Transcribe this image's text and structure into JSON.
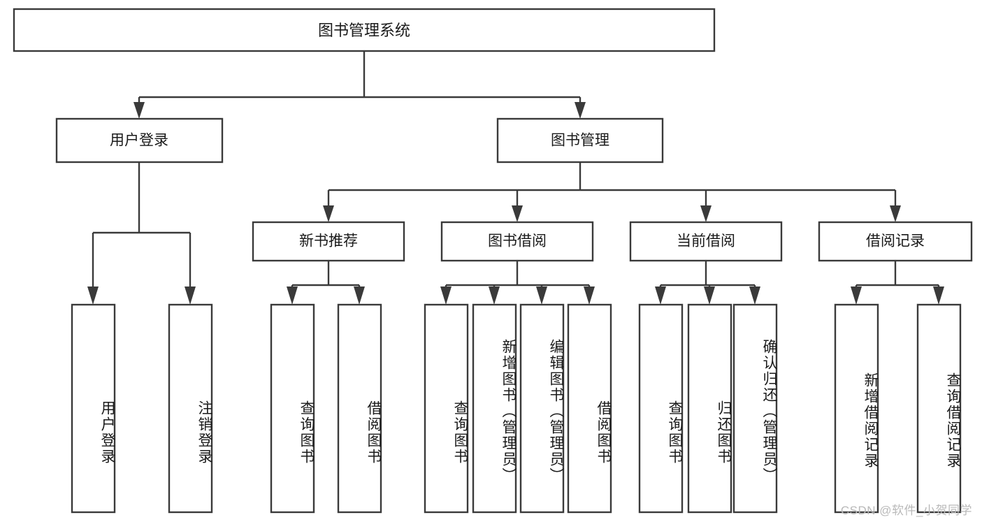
{
  "diagram": {
    "title": "图书管理系统",
    "type": "tree-hierarchy",
    "orientation": "top-down",
    "watermark": "CSDN @软件_小贺同学",
    "colors": {
      "stroke": "#3a3a3a",
      "fill": "#ffffff",
      "text": "#1a1a1a",
      "watermark": "#b9b9b9",
      "background": "#ffffff"
    }
  },
  "nodes": {
    "root": {
      "label": "图书管理系统",
      "level": 1
    },
    "level2": [
      {
        "id": "user-login",
        "label": "用户登录"
      },
      {
        "id": "book-manage",
        "label": "图书管理"
      }
    ],
    "level3": [
      {
        "id": "new-book-recommend",
        "label": "新书推荐",
        "parent": "book-manage"
      },
      {
        "id": "book-borrow",
        "label": "图书借阅",
        "parent": "book-manage"
      },
      {
        "id": "current-borrow",
        "label": "当前借阅",
        "parent": "book-manage"
      },
      {
        "id": "borrow-record",
        "label": "借阅记录",
        "parent": "book-manage"
      }
    ],
    "leaves": [
      {
        "id": "leaf-user-login",
        "label": "用户登录",
        "parent": "user-login"
      },
      {
        "id": "leaf-user-logout",
        "label": "注销登录",
        "parent": "user-login"
      },
      {
        "id": "leaf-query-book-1",
        "label": "查询图书",
        "parent": "new-book-recommend"
      },
      {
        "id": "leaf-borrow-book-1",
        "label": "借阅图书",
        "parent": "new-book-recommend"
      },
      {
        "id": "leaf-query-book-2",
        "label": "查询图书",
        "parent": "book-borrow"
      },
      {
        "id": "leaf-add-book",
        "label": "新增图书（管理员）",
        "parent": "book-borrow"
      },
      {
        "id": "leaf-edit-book",
        "label": "编辑图书（管理员）",
        "parent": "book-borrow"
      },
      {
        "id": "leaf-borrow-book-2",
        "label": "借阅图书",
        "parent": "book-borrow"
      },
      {
        "id": "leaf-query-book-3",
        "label": "查询图书",
        "parent": "current-borrow"
      },
      {
        "id": "leaf-return-book",
        "label": "归还图书",
        "parent": "current-borrow"
      },
      {
        "id": "leaf-confirm-return",
        "label": "确认归还（管理员）",
        "parent": "current-borrow"
      },
      {
        "id": "leaf-add-record",
        "label": "新增借阅记录",
        "parent": "borrow-record"
      },
      {
        "id": "leaf-query-record",
        "label": "查询借阅记录",
        "parent": "borrow-record"
      }
    ]
  }
}
